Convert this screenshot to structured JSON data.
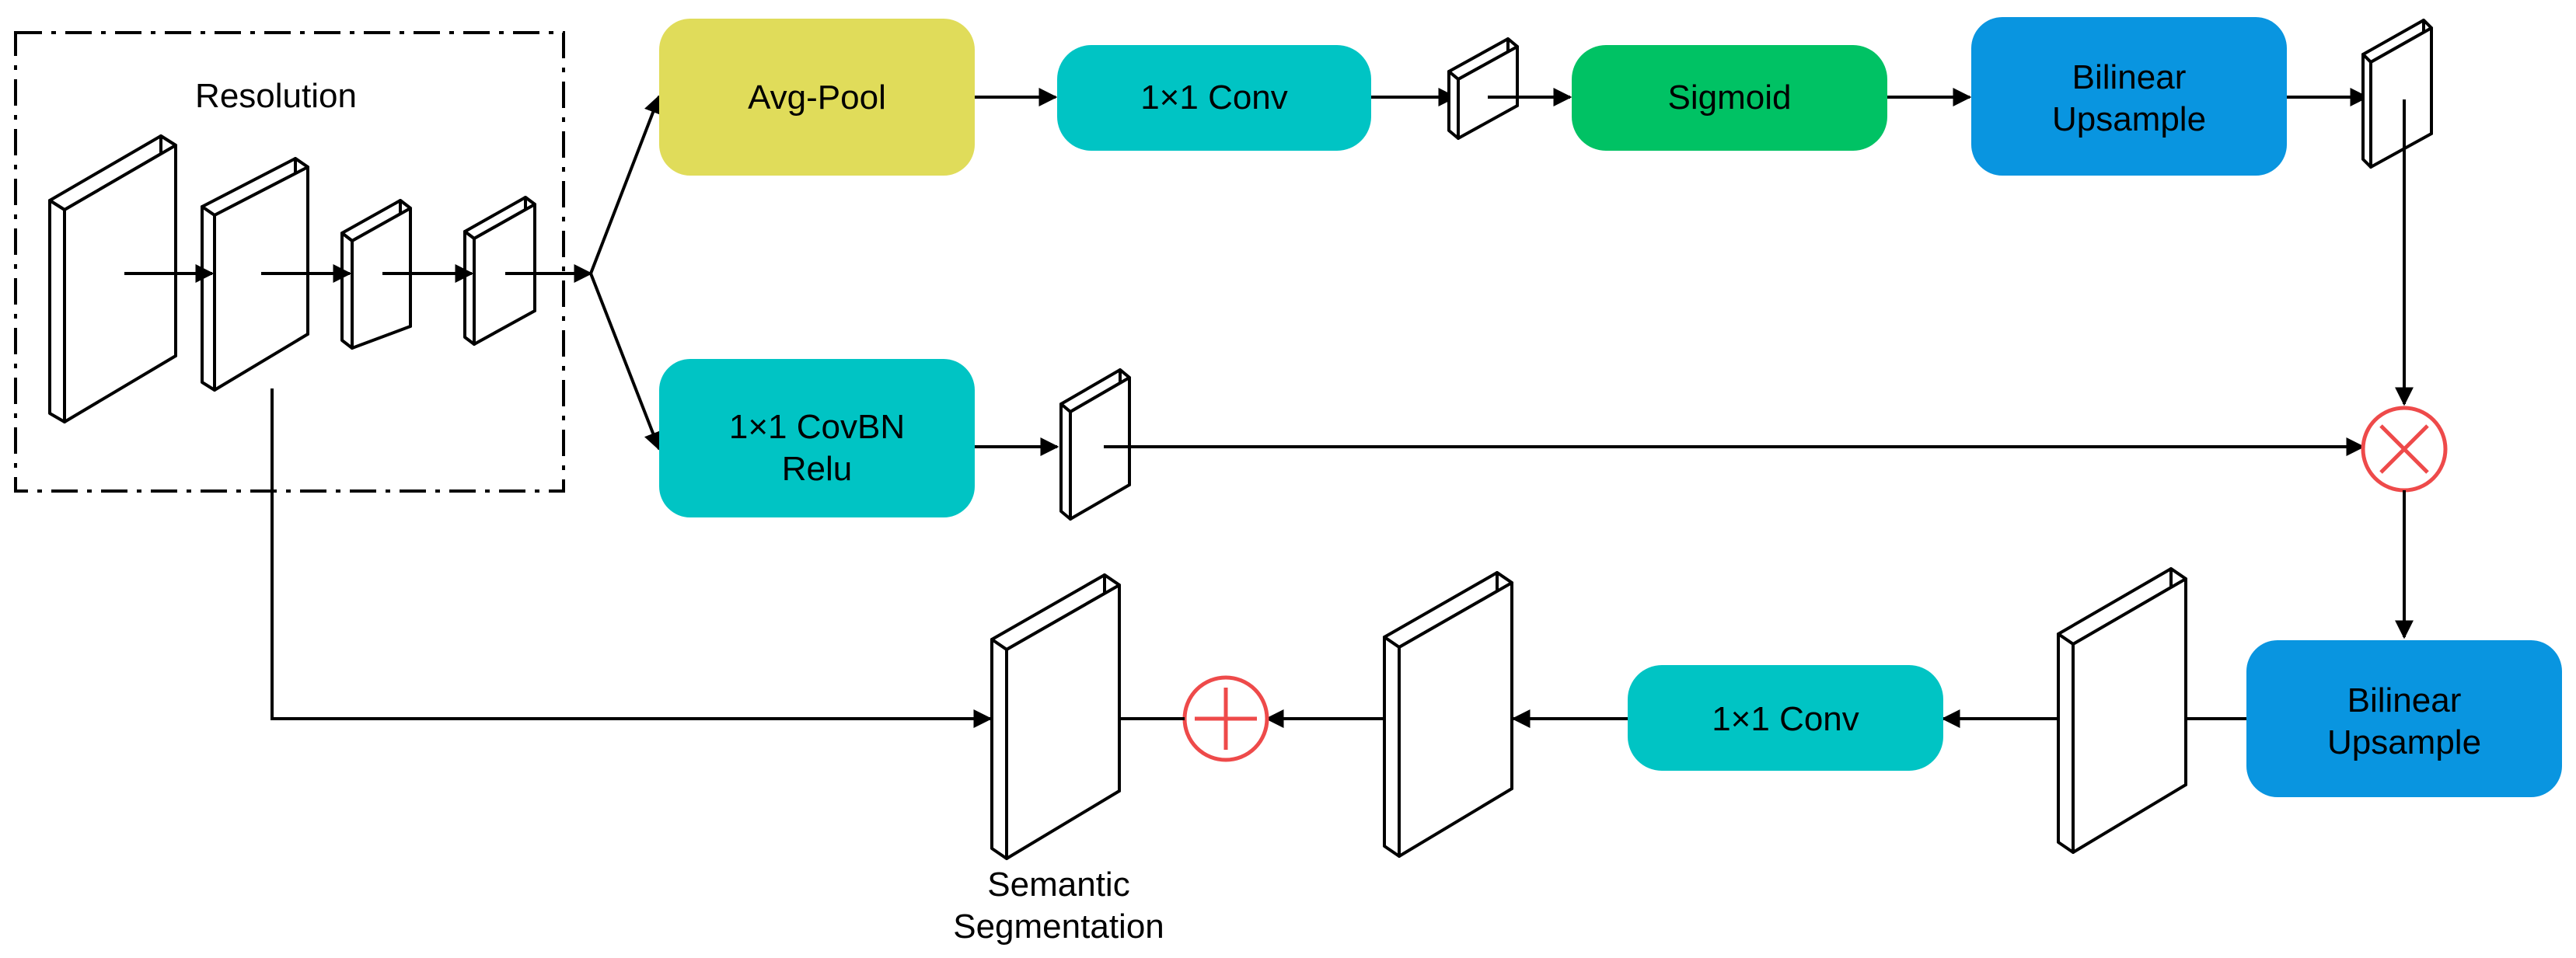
{
  "colors": {
    "avgpool": "#e0dc5a",
    "conv": "#00c4c4",
    "sigmoid": "#00c264",
    "upsample": "#0995e0",
    "operator": "#ee4a4a",
    "line": "#000000"
  },
  "labels": {
    "resolution": "Resolution",
    "avgpool": "Avg-Pool",
    "conv_top": "1×1 Conv",
    "sigmoid": "Sigmoid",
    "upsample_top_line1": "Bilinear",
    "upsample_top_line2": "Upsample",
    "covbn_line1": "1×1 CovBN",
    "covbn_line2": "Relu",
    "upsample_bottom_line1": "Bilinear",
    "upsample_bottom_line2": "Upsample",
    "conv_bottom": "1×1 Conv",
    "output_line1": "Semantic",
    "output_line2": "Segmentation"
  },
  "operators": {
    "multiply": "multiply-operator",
    "add": "add-operator"
  }
}
